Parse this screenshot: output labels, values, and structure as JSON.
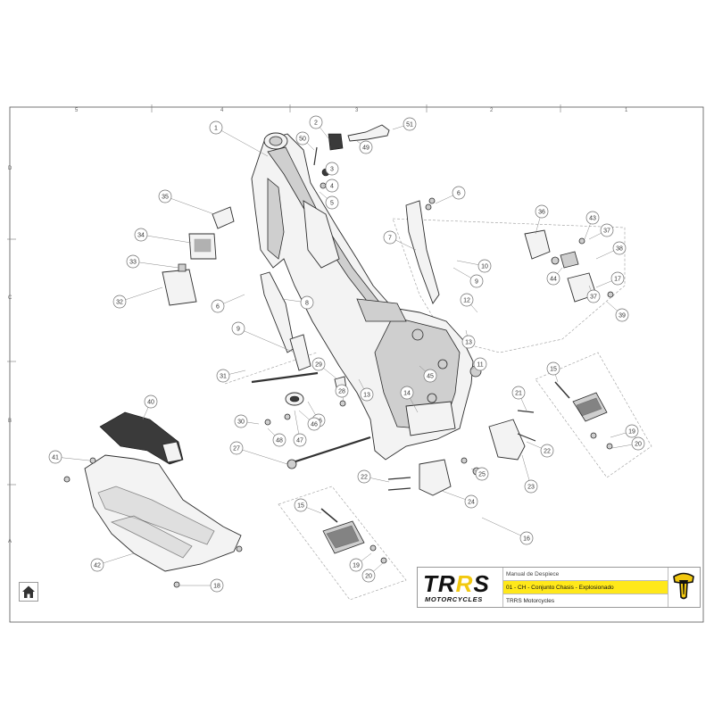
{
  "grid": {
    "columns": [
      "5",
      "4",
      "3",
      "2",
      "1"
    ],
    "rows": [
      "D",
      "C",
      "B",
      "A"
    ]
  },
  "callouts": [
    "1",
    "2",
    "3",
    "4",
    "5",
    "6",
    "6",
    "7",
    "8",
    "9",
    "9",
    "10",
    "11",
    "12",
    "13",
    "13",
    "14",
    "15",
    "15",
    "16",
    "17",
    "18",
    "19",
    "19",
    "20",
    "20",
    "21",
    "22",
    "22",
    "23",
    "24",
    "25",
    "26",
    "27",
    "28",
    "29",
    "30",
    "31",
    "32",
    "33",
    "34",
    "35",
    "36",
    "37",
    "37",
    "38",
    "39",
    "40",
    "41",
    "42",
    "43",
    "44",
    "45",
    "46",
    "47",
    "48",
    "49",
    "50",
    "51"
  ],
  "title_block": {
    "brand_text": "TRRS",
    "brand_sub": "MOTORCYCLES",
    "doc_type": "Manual de Despiece",
    "doc_title": "01 - CH - Conjunto Chasis - Explosionado",
    "company": "TRRS Motorcycles"
  },
  "icons": {
    "home": "home-icon",
    "brand_mark": "trrs-badge-icon"
  },
  "colors": {
    "accent_yellow": "#ffe81a",
    "line": "#2d2d2d"
  }
}
